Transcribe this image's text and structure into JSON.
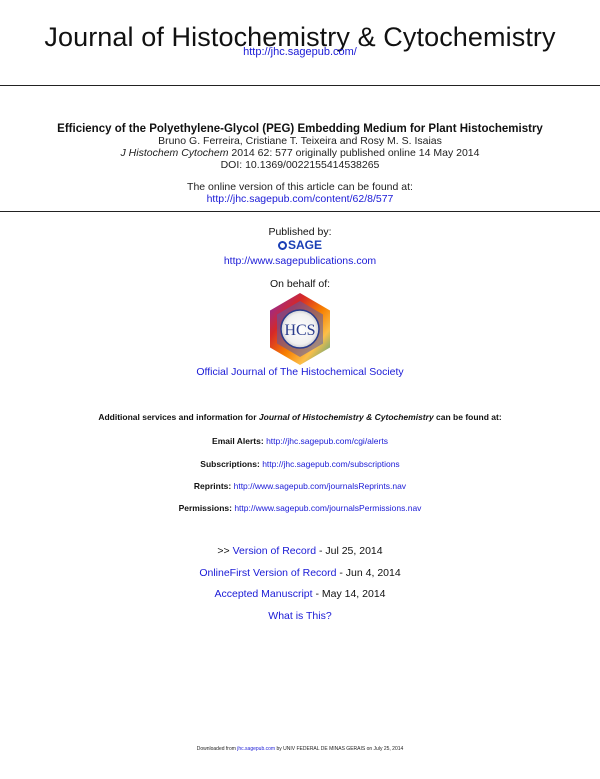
{
  "header": {
    "journal_title": "Journal of Histochemistry & Cytochemistry",
    "journal_url": "http://jhc.sagepub.com/"
  },
  "article": {
    "title": "Efficiency of the Polyethylene-Glycol (PEG) Embedding Medium for Plant Histochemistry",
    "authors": "Bruno G. Ferreira, Cristiane T. Teixeira and Rosy M. S. Isaias",
    "citation_journal": "J Histochem Cytochem",
    "citation_rest": " 2014 62: 577 originally published online 14 May 2014",
    "doi": "DOI: 10.1369/0022155414538265"
  },
  "online_version": {
    "text": "The online version of this article can be found at:",
    "url": "http://jhc.sagepub.com/content/62/8/577"
  },
  "publisher": {
    "label": "Published by:",
    "name": "SAGE",
    "url": "http://www.sagepublications.com",
    "on_behalf": "On behalf of:",
    "logo_text": "HCS",
    "society_link": "Official Journal of The Histochemical Society"
  },
  "services": {
    "heading_pre": "Additional services and information for ",
    "heading_journal": "Journal of Histochemistry & Cytochemistry",
    "heading_post": " can be found at:",
    "items": [
      {
        "label": "Email Alerts:",
        "url": "http://jhc.sagepub.com/cgi/alerts"
      },
      {
        "label": "Subscriptions:",
        "url": "http://jhc.sagepub.com/subscriptions"
      },
      {
        "label": "Reprints:",
        "url": "http://www.sagepub.com/journalsReprints.nav"
      },
      {
        "label": "Permissions:",
        "url": "http://www.sagepub.com/journalsPermissions.nav"
      }
    ]
  },
  "records": {
    "version_prefix": ">> ",
    "version_link": "Version of Record",
    "version_date": " - Jul 25, 2014",
    "onlinefirst_link": "OnlineFirst Version of Record",
    "onlinefirst_date": " - Jun 4, 2014",
    "accepted_link": "Accepted Manuscript",
    "accepted_date": " - May 14, 2014",
    "what_is_this": "What is This?"
  },
  "footer": {
    "pre": "Downloaded from ",
    "link": "jhc.sagepub.com",
    "post": " by UNIV FEDERAL DE MINAS GERAIS on July 25, 2014"
  },
  "colors": {
    "link": "#1a1ad6",
    "sage_blue": "#1a3fb5",
    "hcs_blue": "#2a3c8c"
  }
}
